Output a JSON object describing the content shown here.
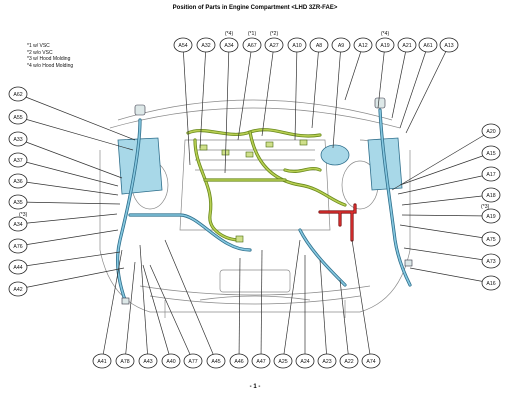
{
  "title": "Position of Parts in Engine Compartment <LHD 3ZR-FAE>",
  "page_number": "- 1 -",
  "legend": [
    "*1 w/ VSC",
    "*2 w/o VSC",
    "*3 w/ Hood Molding",
    "*4 w/o Hood Molding"
  ],
  "colors": {
    "harness_green": "#b8cf52",
    "harness_blue": "#86c8e0",
    "harness_red": "#e03030",
    "module_blue": "#a8d8e8"
  },
  "callouts": {
    "top": [
      {
        "label": "A54",
        "note": ""
      },
      {
        "label": "A32",
        "note": ""
      },
      {
        "label": "A34",
        "note": "(*4)"
      },
      {
        "label": "A67",
        "note": "(*1)"
      },
      {
        "label": "A27",
        "note": "(*2)"
      },
      {
        "label": "A10",
        "note": ""
      },
      {
        "label": "A8",
        "note": ""
      },
      {
        "label": "A9",
        "note": ""
      },
      {
        "label": "A12",
        "note": ""
      },
      {
        "label": "A19",
        "note": "(*4)"
      },
      {
        "label": "A21",
        "note": ""
      },
      {
        "label": "A61",
        "note": ""
      },
      {
        "label": "A13",
        "note": ""
      }
    ],
    "left": [
      {
        "label": "A62",
        "note": ""
      },
      {
        "label": "A55",
        "note": ""
      },
      {
        "label": "A33",
        "note": ""
      },
      {
        "label": "A37",
        "note": ""
      },
      {
        "label": "A36",
        "note": ""
      },
      {
        "label": "A35",
        "note": ""
      },
      {
        "label": "A34",
        "note": "(*3)"
      },
      {
        "label": "A76",
        "note": ""
      },
      {
        "label": "A44",
        "note": ""
      },
      {
        "label": "A42",
        "note": ""
      }
    ],
    "right": [
      {
        "label": "A20",
        "note": ""
      },
      {
        "label": "A15",
        "note": ""
      },
      {
        "label": "A17",
        "note": ""
      },
      {
        "label": "A18",
        "note": ""
      },
      {
        "label": "A19",
        "note": "(*3)"
      },
      {
        "label": "A75",
        "note": ""
      },
      {
        "label": "A73",
        "note": ""
      },
      {
        "label": "A16",
        "note": ""
      }
    ],
    "bottom": [
      {
        "label": "A41",
        "note": ""
      },
      {
        "label": "A78",
        "note": ""
      },
      {
        "label": "A43",
        "note": ""
      },
      {
        "label": "A40",
        "note": ""
      },
      {
        "label": "A77",
        "note": ""
      },
      {
        "label": "A45",
        "note": ""
      },
      {
        "label": "A46",
        "note": ""
      },
      {
        "label": "A47",
        "note": ""
      },
      {
        "label": "A25",
        "note": ""
      },
      {
        "label": "A24",
        "note": ""
      },
      {
        "label": "A23",
        "note": ""
      },
      {
        "label": "A22",
        "note": ""
      },
      {
        "label": "A74",
        "note": ""
      }
    ]
  }
}
